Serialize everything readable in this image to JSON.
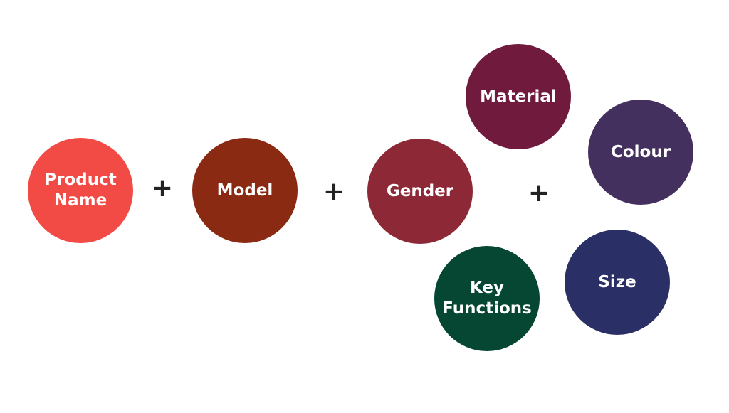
{
  "diagram": {
    "operator": "+",
    "nodes": [
      {
        "id": "product-name",
        "label": "Product\nName",
        "color": "#F24A45"
      },
      {
        "id": "model",
        "label": "Model",
        "color": "#8A2A13"
      },
      {
        "id": "gender",
        "label": "Gender",
        "color": "#8D2837"
      },
      {
        "id": "material",
        "label": "Material",
        "color": "#701A3E"
      },
      {
        "id": "colour",
        "label": "Colour",
        "color": "#44305F"
      },
      {
        "id": "key-functions",
        "label": "Key\nFunctions",
        "color": "#064733"
      },
      {
        "id": "size",
        "label": "Size",
        "color": "#2A2F66"
      }
    ]
  }
}
